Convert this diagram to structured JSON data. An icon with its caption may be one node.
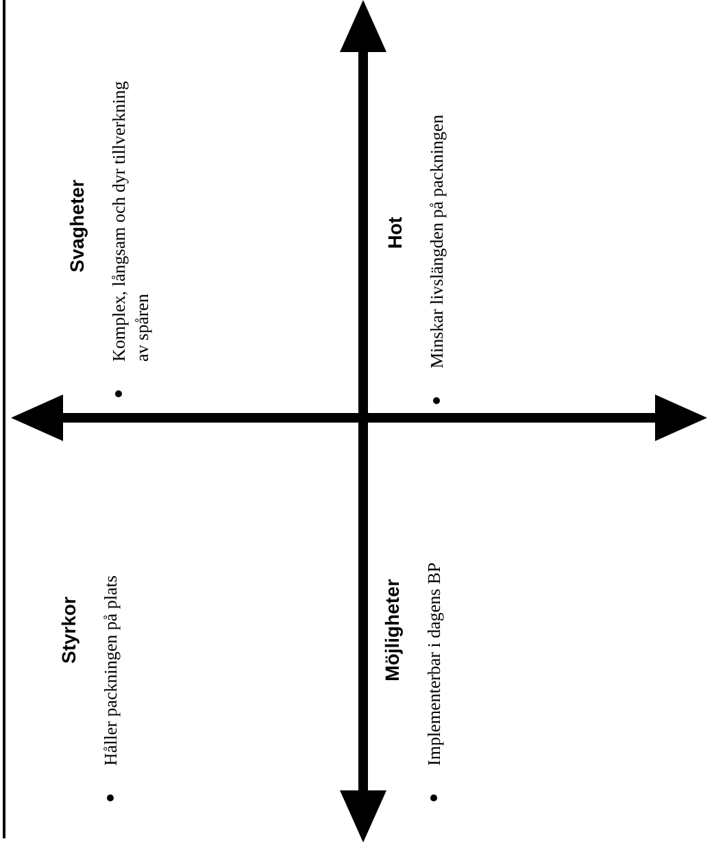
{
  "diagram": {
    "labels": [
      "Svagheter",
      "Komplex, långsam och dyr tillverkning av spåren",
      "Hot",
      "Minskar livslängden på packningen",
      "Styrkor",
      "Håller packningen på plats",
      "Möjligheter",
      "Implementerbar i dagens BP"
    ]
  }
}
